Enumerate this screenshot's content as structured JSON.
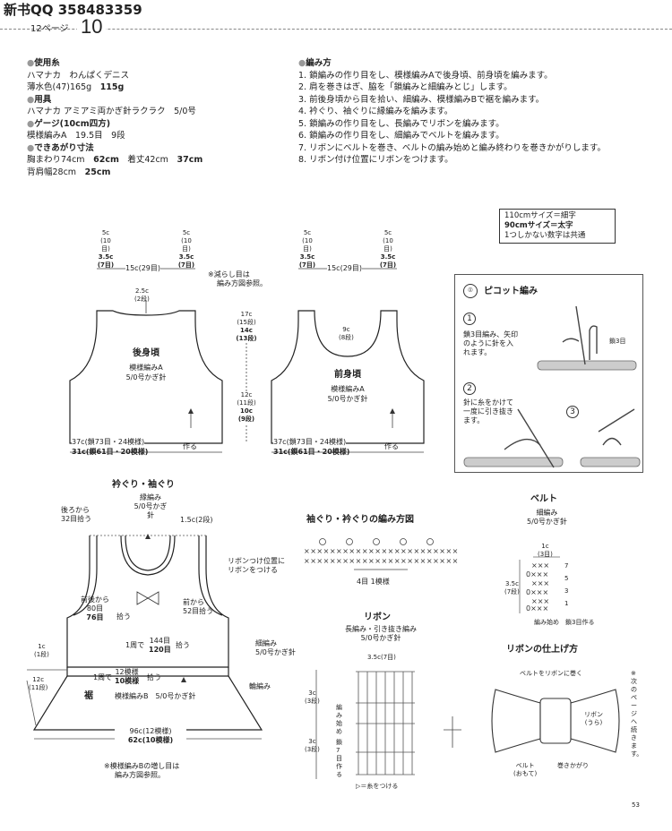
{
  "header": {
    "title": "新书QQ 358483359",
    "page_label": "12ページ",
    "page_big": "10"
  },
  "materials": {
    "yarn_head": "使用糸",
    "yarn_line1": "ハマナカ　わんぱくデニス",
    "yarn_line2a": "薄水色(47)165g",
    "yarn_line2b": "115g",
    "tool_head": "用具",
    "tool_line": "ハマナカ アミアミ両かぎ針ラクラク　5/0号",
    "gauge_head": "ゲージ(10cm四方)",
    "gauge_line": "模様編みA　19.5目　9段",
    "size_head": "できあがり寸法",
    "size_line1a": "胸まわり74cm",
    "size_line1b": "62cm",
    "size_line1c": "着丈42cm",
    "size_line1d": "37cm",
    "size_line2a": "背肩幅28cm",
    "size_line2b": "25cm"
  },
  "howto": {
    "head": "編み方",
    "steps": [
      "1. 鎖編みの作り目をし、模様編みAで後身頃、前身頃を編みます。",
      "2. 肩を巻きはぎ、脇を「鎖編みと細編みとじ」します。",
      "3. 前後身頃から目を拾い、細編み、模様編みBで裾を編みます。",
      "4. 衿ぐり、袖ぐりに縁編みを編みます。",
      "5. 鎖編みの作り目をし、長編みでリボンを編みます。",
      "6. 鎖編みの作り目をし、細編みでベルトを編みます。",
      "7. リボンにベルトを巻き、ベルトの編み始めと編み終わりを巻きかがりします。",
      "8. リボン付け位置にリボンをつけます。"
    ]
  },
  "legend": {
    "line1": "110cmサイズ＝細字",
    "line2": "90cmサイズ＝太字",
    "line3": "1つしかない数字は共通"
  },
  "back": {
    "shoulder_l": [
      "5c",
      "(10目)",
      "3.5c",
      "(7目)"
    ],
    "shoulder_r": [
      "5c",
      "(10目)",
      "3.5c",
      "(7目)"
    ],
    "neck": "15c(29目)",
    "neck_depth": [
      "2.5c",
      "(2段)"
    ],
    "title": "後身頃",
    "pattern": "模様編みA",
    "hook": "5/0号かぎ針",
    "bottom1": "37c(鎖73目・24模様)",
    "bottom2": "31c(鎖61目・20模様)",
    "make": "作る",
    "note": [
      "※減らし目は",
      "編み方図参照。"
    ]
  },
  "mid_dims": {
    "d1": "17c",
    "d2": "(15段)",
    "d3": "14c",
    "d4": "(13段)",
    "d5": "12c",
    "d6": "(11段)",
    "d7": "10c",
    "d8": "(9段)"
  },
  "front": {
    "shoulder_l": [
      "5c",
      "(10目)",
      "3.5c",
      "(7目)"
    ],
    "shoulder_r": [
      "5c",
      "(10目)",
      "3.5c",
      "(7目)"
    ],
    "neck": "15c(29目)",
    "neck_depth": [
      "9c",
      "(8段)"
    ],
    "title": "前身頃",
    "pattern": "模様編みA",
    "hook": "5/0号かぎ針",
    "bottom1": "37c(鎖73目・24模様)",
    "bottom2": "31c(鎖61目・20模様)",
    "make": "作る"
  },
  "picot": {
    "title": "ピコット編み",
    "s1": [
      "鎖3目編み、矢印",
      "のように針を入",
      "れます。"
    ],
    "s1_label": "鎖3目",
    "s2": [
      "針に糸をかけて",
      "一度に引き抜き",
      "ます。"
    ],
    "n1": "1",
    "n2": "2",
    "n3": "3"
  },
  "assembly": {
    "title": "衿ぐり・袖ぐり",
    "edge1": "縁編み",
    "edge2": "5/0号かぎ針",
    "back1": "後ろから",
    "back2": "32目拾う",
    "shoulder": "1.5c(2段)",
    "ribbon1": "リボンつけ位置に",
    "ribbon2": "リボンをつける",
    "fb1": "前後から",
    "fb2": "80目",
    "fb3": "76目",
    "fb4": "拾う",
    "front1": "前から",
    "front2": "52目拾う",
    "round1": "1周で",
    "round2": "144目",
    "round3": "120目",
    "round4": "拾う",
    "sc1": "細編み",
    "sc2": "5/0号かぎ針",
    "row1a": "1c",
    "row1b": "(1段)",
    "row2a": "12c",
    "row2b": "(11段)",
    "round5": "1周で",
    "round6": "12模様",
    "round7": "10模様",
    "round8": "拾う",
    "hem": "裾",
    "hem_pattern": "模様編みB　5/0号かぎ針",
    "ring": "輪編み",
    "bottom1": "96c(12模様)",
    "bottom2": "62c(10模様)",
    "note1": "※模様編みBの増し目は",
    "note2": "編み方図参照。"
  },
  "edging": {
    "title": "袖ぐり・衿ぐりの編み方図",
    "unit": "4目 1模様"
  },
  "belt": {
    "title": "ベルト",
    "sub1": "細編み",
    "sub2": "5/0号かぎ針",
    "w1": "1c",
    "w2": "(3目)",
    "h1": "3.5c",
    "h2": "(7段)",
    "start": "編み始め　鎖3目作る",
    "rows": [
      "7",
      "5",
      "3",
      "1"
    ]
  },
  "ribbon": {
    "title": "リボン",
    "sub1": "長編み・引き抜き編み",
    "sub2": "5/0号かぎ針",
    "w": "3.5c(7目)",
    "h1": "3c",
    "h2": "(3段)",
    "h3": "3c",
    "h4": "(3段)",
    "start": [
      "編み始め",
      "鎖",
      "7",
      "目",
      "作る"
    ],
    "yarn": "▷＝糸をつける"
  },
  "finish": {
    "title": "リボンの仕上げ方",
    "wrap": "ベルトをリボンに巻く",
    "back1": "リボン",
    "back2": "(うら)",
    "belt1": "ベルト",
    "belt2": "(おもて)",
    "whip": "巻きかがり",
    "continued": "※次のページへ続きます。"
  },
  "page_number": "53"
}
